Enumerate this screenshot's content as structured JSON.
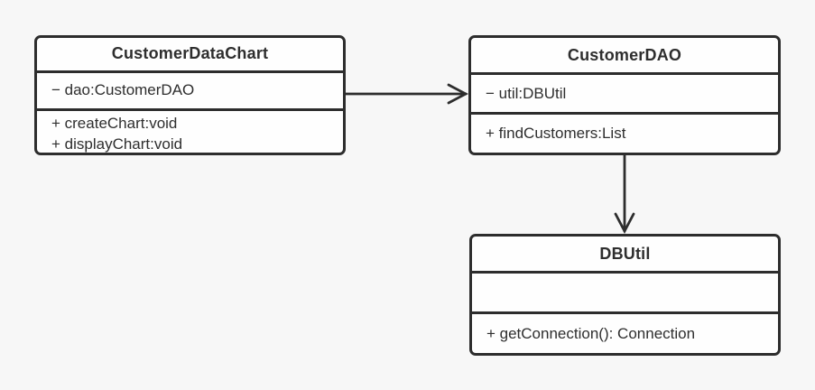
{
  "diagram": {
    "type": "uml-class-diagram",
    "classes": [
      {
        "name": "CustomerDataChart",
        "attributes": [
          "− dao:CustomerDAO"
        ],
        "methods": [
          "+ createChart:void",
          "+ displayChart:void"
        ]
      },
      {
        "name": "CustomerDAO",
        "attributes": [
          "− util:DBUtil"
        ],
        "methods": [
          "+ findCustomers:List"
        ]
      },
      {
        "name": "DBUtil",
        "attributes": [],
        "methods": [
          "+ getConnection(): Connection"
        ]
      }
    ],
    "relations": [
      {
        "from": "CustomerDataChart",
        "to": "CustomerDAO",
        "style": "open-arrowhead",
        "direction": "right"
      },
      {
        "from": "CustomerDAO",
        "to": "DBUtil",
        "style": "open-arrowhead",
        "direction": "down"
      }
    ]
  },
  "theme": {
    "background": "#f7f7f7",
    "box_fill": "#fefefe",
    "line_color": "#2d2d2d",
    "text_color": "#2e2e2e"
  }
}
